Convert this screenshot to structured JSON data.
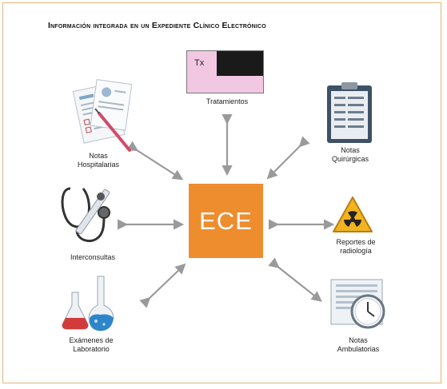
{
  "title": "Información integrada en un Expediente Clínico Electrónico",
  "center": {
    "label": "ECE"
  },
  "nodes": {
    "tratamientos": {
      "label": "Tratamientos",
      "box_text": "Tx"
    },
    "notas_hospitalarias": {
      "label": "Notas\nHospitalarias"
    },
    "notas_quirurgicas": {
      "label": "Notas\nQuirúrgicas"
    },
    "interconsultas": {
      "label": "Interconsultas"
    },
    "reportes_radiologia": {
      "label": "Reportes de\nradiología"
    },
    "examenes_laboratorio": {
      "label": "Exámenes de\nLaboratorio"
    },
    "notas_ambulatorias": {
      "label": "Notas\nAmbulatorias"
    }
  },
  "colors": {
    "center": "#ed8d2e",
    "arrow": "#9a9a9a",
    "tx_box": "#f2c7e2",
    "tx_dark": "#1a1a1a",
    "frame": "#e3b57d",
    "radiation": "#f2b320"
  }
}
